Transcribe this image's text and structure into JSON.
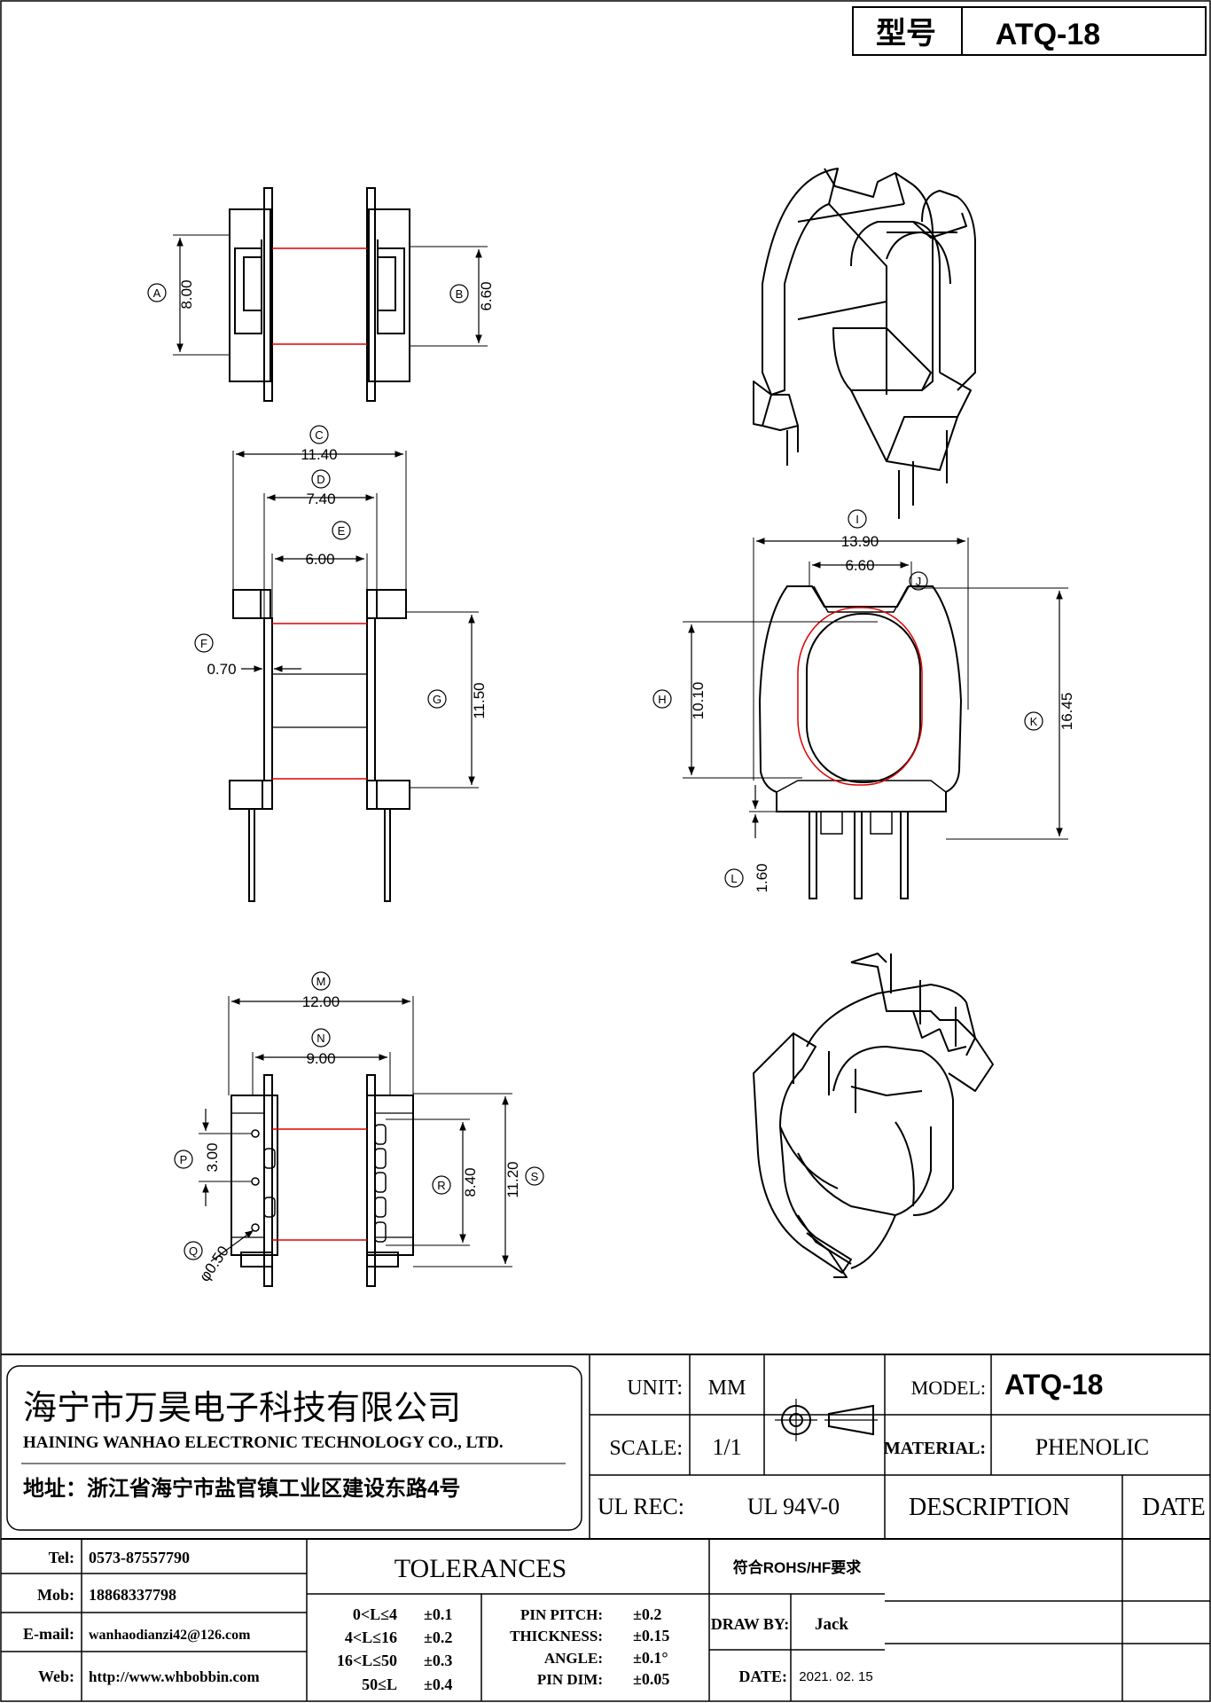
{
  "header": {
    "model_label": "型号",
    "model_value": "ATQ-18"
  },
  "dimensions": {
    "A": {
      "letter": "A",
      "value": "8.00"
    },
    "B": {
      "letter": "B",
      "value": "6.60"
    },
    "C": {
      "letter": "C",
      "value": "11.40"
    },
    "D": {
      "letter": "D",
      "value": "7.40"
    },
    "E": {
      "letter": "E",
      "value": "6.00"
    },
    "F": {
      "letter": "F",
      "value": "0.70"
    },
    "G": {
      "letter": "G",
      "value": "11.50"
    },
    "H": {
      "letter": "H",
      "value": "10.10"
    },
    "I": {
      "letter": "I",
      "value": "13.90"
    },
    "J": {
      "letter": "J",
      "value": "6.60"
    },
    "K": {
      "letter": "K",
      "value": "16.45"
    },
    "L": {
      "letter": "L",
      "value": "1.60"
    },
    "M": {
      "letter": "M",
      "value": "12.00"
    },
    "N": {
      "letter": "N",
      "value": "9.00"
    },
    "P": {
      "letter": "P",
      "value": "3.00"
    },
    "Q": {
      "letter": "Q",
      "value": "φ0.50"
    },
    "R": {
      "letter": "R",
      "value": "8.40"
    },
    "S": {
      "letter": "S",
      "value": "11.20"
    }
  },
  "company": {
    "name_cn": "海宁市万昊电子科技有限公司",
    "name_en": "HAINING WANHAO ELECTRONIC TECHNOLOGY CO., LTD.",
    "address": "地址：浙江省海宁市盐官镇工业区建设东路4号"
  },
  "titleblock": {
    "unit_label": "UNIT:",
    "unit_value": "MM",
    "scale_label": "SCALE:",
    "scale_value": "1/1",
    "ulrec_label": "UL REC:",
    "ulrec_value": "UL 94V-0",
    "model_label": "MODEL:",
    "model_value": "ATQ-18",
    "material_label": "MATERIAL:",
    "material_value": "PHENOLIC",
    "description_label": "DESCRIPTION",
    "date_label": "DATE",
    "rohs": "符合ROHS/HF要求",
    "drawby_label": "DRAW BY:",
    "drawby_value": "Jack",
    "date_field_label": "DATE:",
    "date_value": "2021. 02. 15"
  },
  "contacts": {
    "tel_label": "Tel:",
    "tel_value": "0573-87557790",
    "mob_label": "Mob:",
    "mob_value": "18868337798",
    "email_label": "E-mail:",
    "email_value": "wanhaodianzi42@126.com",
    "web_label": "Web:",
    "web_value": "http://www.whbobbin.com"
  },
  "tolerances": {
    "title": "TOLERANCES",
    "ranges": [
      {
        "range": "0<L≤4",
        "tol": "±0.1"
      },
      {
        "range": "4<L≤16",
        "tol": "±0.2"
      },
      {
        "range": "16<L≤50",
        "tol": "±0.3"
      },
      {
        "range": "50≤L",
        "tol": "±0.4"
      }
    ],
    "specs": [
      {
        "name": "PIN PITCH:",
        "tol": "±0.2"
      },
      {
        "name": "THICKNESS:",
        "tol": "±0.15"
      },
      {
        "name": "ANGLE:",
        "tol": "±0.1°"
      },
      {
        "name": "PIN DIM:",
        "tol": "±0.05"
      }
    ]
  }
}
